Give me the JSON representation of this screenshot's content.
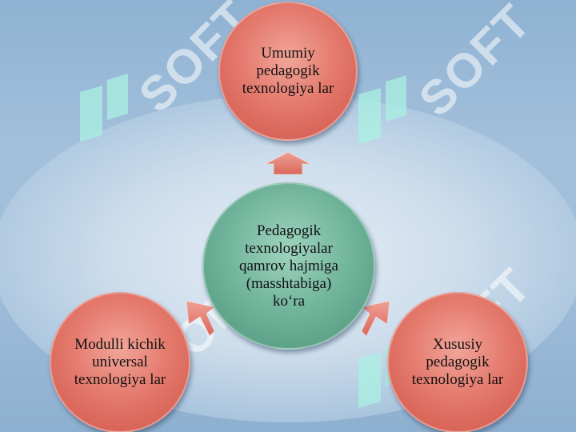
{
  "diagram": {
    "center": "Pedagogik texnologiyalar qamrov hajmiga (masshtabiga) ko‘ra",
    "top": "Umumiy pedagogik texnologiya lar",
    "left": "Modulli kichik universal texnologiya lar",
    "right": "Xususiy pedagogik texnologiya lar"
  },
  "watermark": {
    "text": "SOFT"
  },
  "colors": {
    "outer_node": "#e0685c",
    "center_node": "#6aae95",
    "background": "#9dbbd7",
    "arrow": "#e57f73"
  }
}
